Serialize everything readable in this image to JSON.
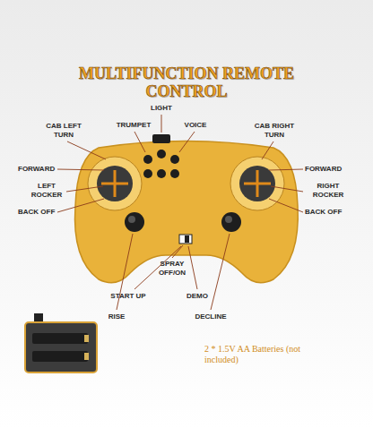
{
  "diagram": {
    "title": "MULTIFUNCTION REMOTE CONTROL",
    "labels": [
      "LIGHT",
      "TRUMPET",
      "VOICE",
      "CAB LEFT TURN",
      "CAB RIGHT TURN",
      "FORWARD",
      "FORWARD",
      "LEFT ROCKER",
      "RIGHT ROCKER",
      "BACK OFF",
      "BACK OFF",
      "SPRAY OFF/ON",
      "START UP",
      "DEMO",
      "RISE",
      "DECLINE",
      "2 * 1.5V AA Batteries (not included)"
    ]
  }
}
